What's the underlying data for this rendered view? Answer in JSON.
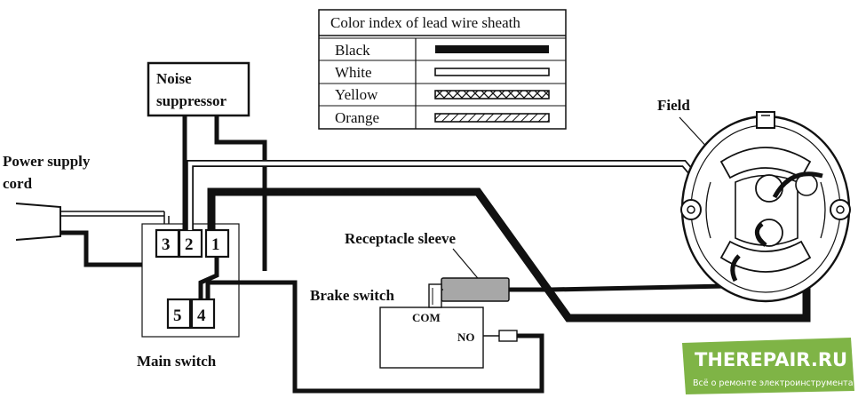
{
  "legend": {
    "title": "Color index of lead wire sheath",
    "rows": [
      {
        "label": "Black",
        "pattern": "black"
      },
      {
        "label": "White",
        "pattern": "white"
      },
      {
        "label": "Yellow",
        "pattern": "yellow"
      },
      {
        "label": "Orange",
        "pattern": "orange"
      }
    ]
  },
  "labels": {
    "noise_suppressor_1": "Noise",
    "noise_suppressor_2": "suppressor",
    "power_cord_1": "Power supply",
    "power_cord_2": "cord",
    "main_switch": "Main switch",
    "brake_switch": "Brake switch",
    "receptacle_sleeve": "Receptacle sleeve",
    "field": "Field",
    "com": "COM",
    "no": "NO"
  },
  "terminals": {
    "t3": "3",
    "t2": "2",
    "t1": "1",
    "t5": "5",
    "t4": "4"
  },
  "watermark": {
    "title": "THEREPAIR.RU",
    "subtitle": "Всё о ремонте электроинструмента",
    "color": "#7fb446"
  }
}
